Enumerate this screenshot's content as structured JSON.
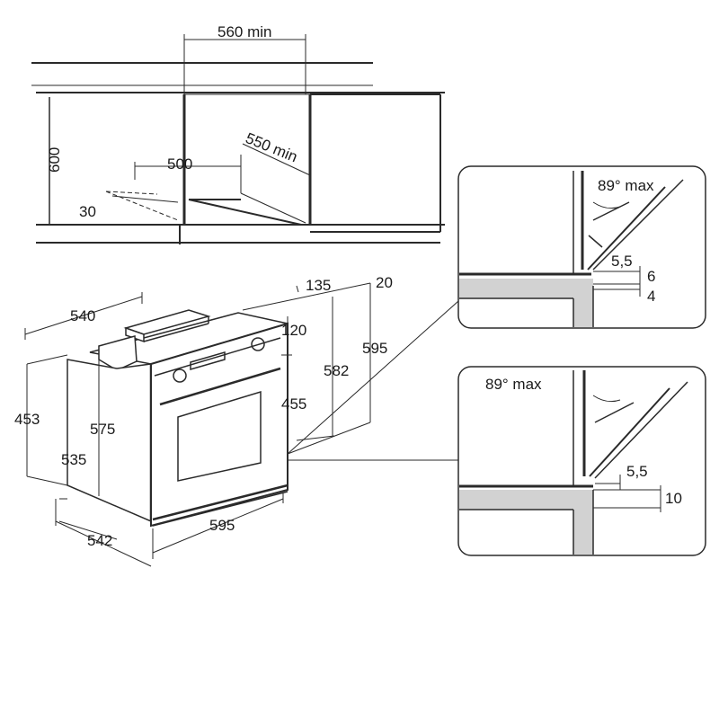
{
  "cabinet": {
    "top_width": "560 min",
    "height": "600",
    "inner_width": "500",
    "depth": "550 min",
    "vent": "30"
  },
  "oven": {
    "depth_top": "540",
    "panel_depth": "135",
    "panel_offset": "20",
    "panel_height": "120",
    "height_total": "595",
    "height_front": "582",
    "height_door": "455",
    "side_height": "453",
    "side_height_2": "575",
    "side_height_3": "535",
    "bottom_depth": "542",
    "front_width": "595"
  },
  "detail_top": {
    "angle": "89° max",
    "gap": "5,5",
    "step_a": "6",
    "step_b": "4"
  },
  "detail_bottom": {
    "angle": "89° max",
    "gap": "5,5",
    "step": "10"
  }
}
